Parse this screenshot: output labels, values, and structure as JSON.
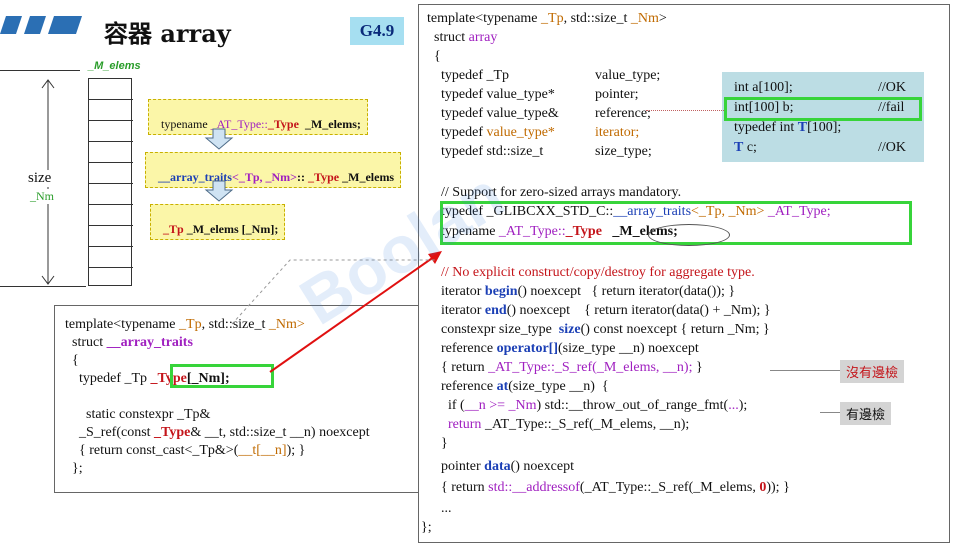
{
  "header": {
    "title": "容器 array",
    "version_badge": "G4.9"
  },
  "left_diagram": {
    "elems_label": "_M_elems",
    "size_label": "size",
    "nm_label": "_Nm",
    "box1": {
      "part1": "typename ",
      "part2": "_AT_Type::",
      "part3": "_Type",
      "part4": "  _M_elems;"
    },
    "box2": {
      "part1": "__array_traits",
      "part2": "<_Tp, _Nm>",
      "part3": "::",
      "part4": " _Type",
      "part5": " _M_elems"
    },
    "box3": {
      "part1": "_Tp",
      "part2": " _M_elems [_Nm];"
    }
  },
  "traits_code": {
    "l1a": "template<typename ",
    "l1b": "_Tp",
    "l1c": ", std::size_t ",
    "l1d": "_Nm>",
    "l2a": "  struct ",
    "l2b": "__array_traits",
    "l3": "  {",
    "l4a": "    typedef _Tp ",
    "l4b": "_Type",
    "l4c": "[_Nm];",
    "l5": "      static constexpr _Tp&",
    "l6a": "    _S_ref(const ",
    "l6b": "_Type",
    "l6c": "& __t, std::size_t __n) noexcept",
    "l7a": "    { return const_cast<_Tp&>(",
    "l7b": "__t[__n]",
    "l7c": "); }",
    "l8": "  };"
  },
  "array_code": {
    "l1a": "template<typename ",
    "l1b": "_Tp",
    "l1c": ", std::size_t ",
    "l1d": "_Nm",
    "l1e": ">",
    "l2a": "  struct ",
    "l2b": "array",
    "l3": "  {",
    "l4a": "    typedef _Tp",
    "l4b": "value_type;",
    "l5a": "    typedef value_type*",
    "l5b": "pointer;",
    "l6a": "    typedef value_type&",
    "l6b": "reference;",
    "l7a": "    typedef ",
    "l7b": "value_type*",
    "l7c": "iterator;",
    "l8a": "    typedef std::size_t",
    "l8b": "size_type;",
    "l9": "    // Support for zero-sized arrays mandatory.",
    "l10a": "    typedef _GLIBCXX_STD_C::",
    "l10b": "__array_traits",
    "l10c": "<_Tp, _Nm>",
    "l10d": " _AT_Type;",
    "l11a": "    typename ",
    "l11b": "_AT_Type::",
    "l11c": "_Type",
    "l11d": "   _M_elems;",
    "l12": "    // No explicit construct/copy/destroy for aggregate type.",
    "l13a": "    iterator ",
    "l13b": "begin",
    "l13c": "() noexcept   { return iterator(data()); }",
    "l14a": "    iterator ",
    "l14b": "end",
    "l14c": "() noexcept    { return iterator(data() + _Nm); }",
    "l15a": "    constexpr size_type  ",
    "l15b": "size",
    "l15c": "() const noexcept { return _Nm; }",
    "l16a": "    reference ",
    "l16b": "operator[]",
    "l16c": "(size_type __n) noexcept",
    "l17a": "    { return ",
    "l17b": "_AT_Type::_S_ref(_M_elems, __n);",
    "l17c": " }",
    "l18a": "    reference ",
    "l18b": "at",
    "l18c": "(size_type __n)  {",
    "l19a": "      if (",
    "l19b": "__n >= _Nm",
    "l19c": ") std::__throw_out_of_range_fmt(",
    "l19d": "...",
    "l19e": ");",
    "l20a": "      ",
    "l20b": "return",
    "l20c": " _AT_Type::_S_ref(_M_elems, __n);",
    "l21": "    }",
    "l22a": "    pointer ",
    "l22b": "data",
    "l22c": "() noexcept",
    "l23a": "    { return ",
    "l23b": "std::__addressof",
    "l23c": "(_AT_Type::_S_ref(_M_elems, ",
    "l23d": "0",
    "l23e": ")); }",
    "l24": "    ...",
    "l25": "};"
  },
  "example_box": {
    "r1a": "int a[100];",
    "r1b": "//OK",
    "r2a": "int[100] b;",
    "r2b": "//fail",
    "r3a": "typedef int ",
    "r3b": "T",
    "r3c": "[100];",
    "r4a": "T",
    "r4b": " c;",
    "r4c": "//OK"
  },
  "notes": {
    "no_bounds_check": "沒有邊檢",
    "bounds_check": "有邊檢"
  },
  "watermark": "Boolan"
}
